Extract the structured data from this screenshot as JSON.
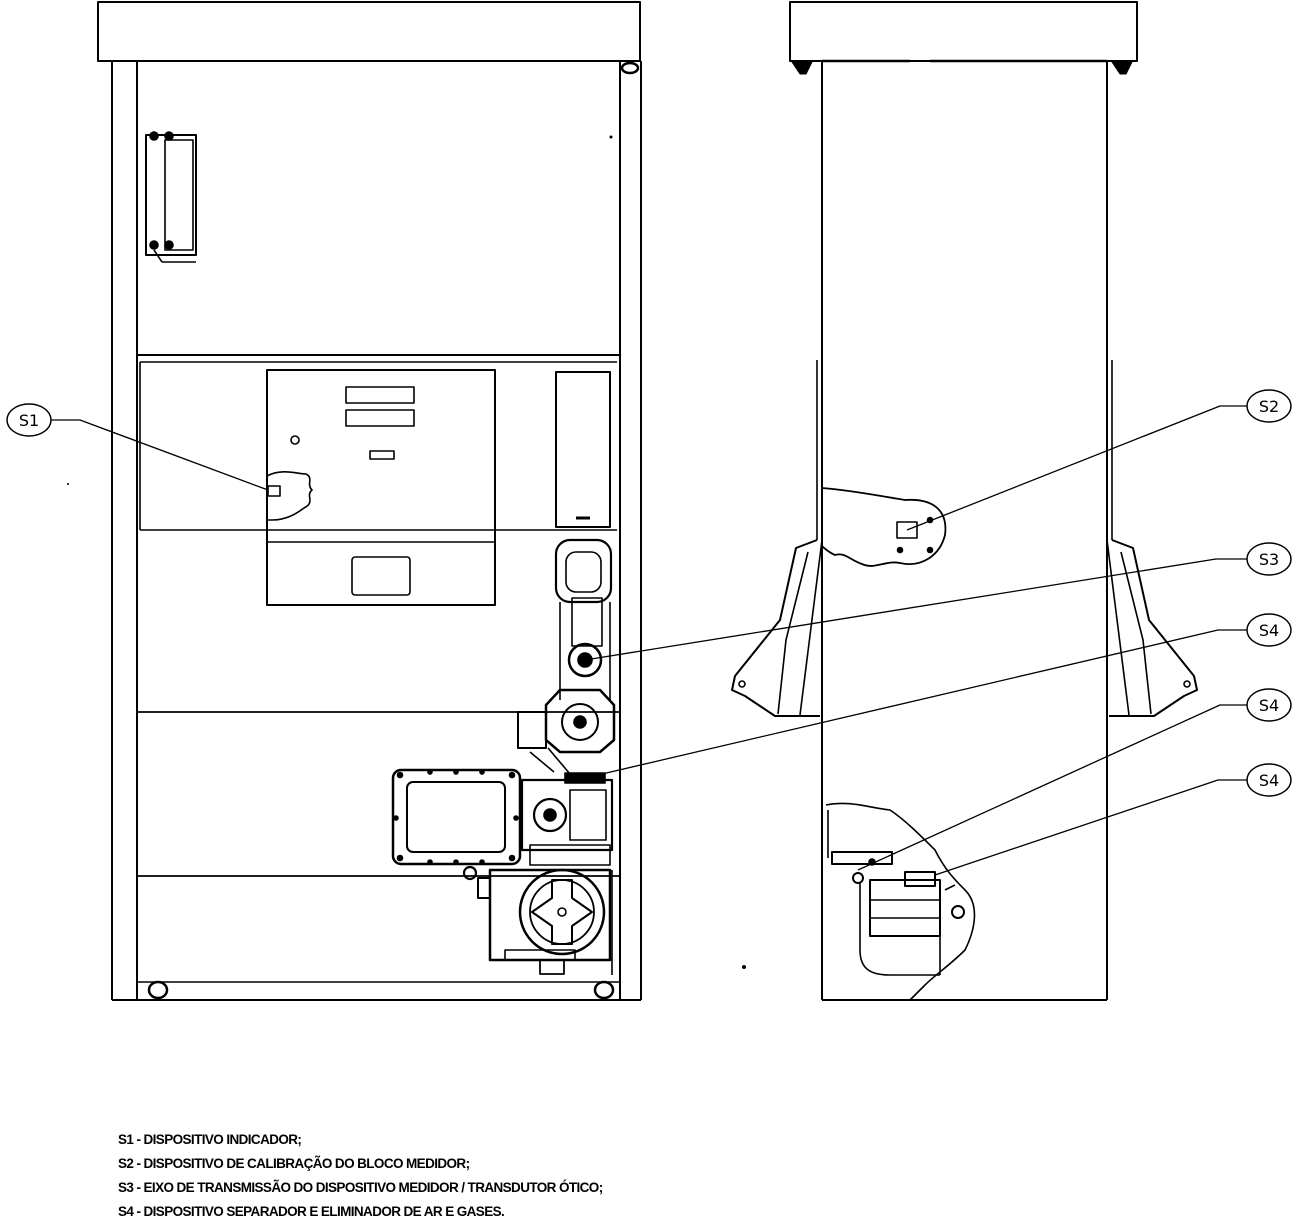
{
  "callouts": {
    "s1": "S1",
    "s2": "S2",
    "s3": "S3",
    "s4_a": "S4",
    "s4_b": "S4",
    "s4_c": "S4"
  },
  "legend": [
    "S1 - DISPOSITIVO INDICADOR;",
    "S2 - DISPOSITIVO DE CALIBRAÇÃO DO BLOCO MEDIDOR;",
    "S3 - EIXO DE TRANSMISSÃO DO DISPOSITIVO MEDIDOR / TRANSDUTOR ÓTICO;",
    "S4 - DISPOSITIVO SEPARADOR E ELIMINADOR DE AR E GASES."
  ]
}
